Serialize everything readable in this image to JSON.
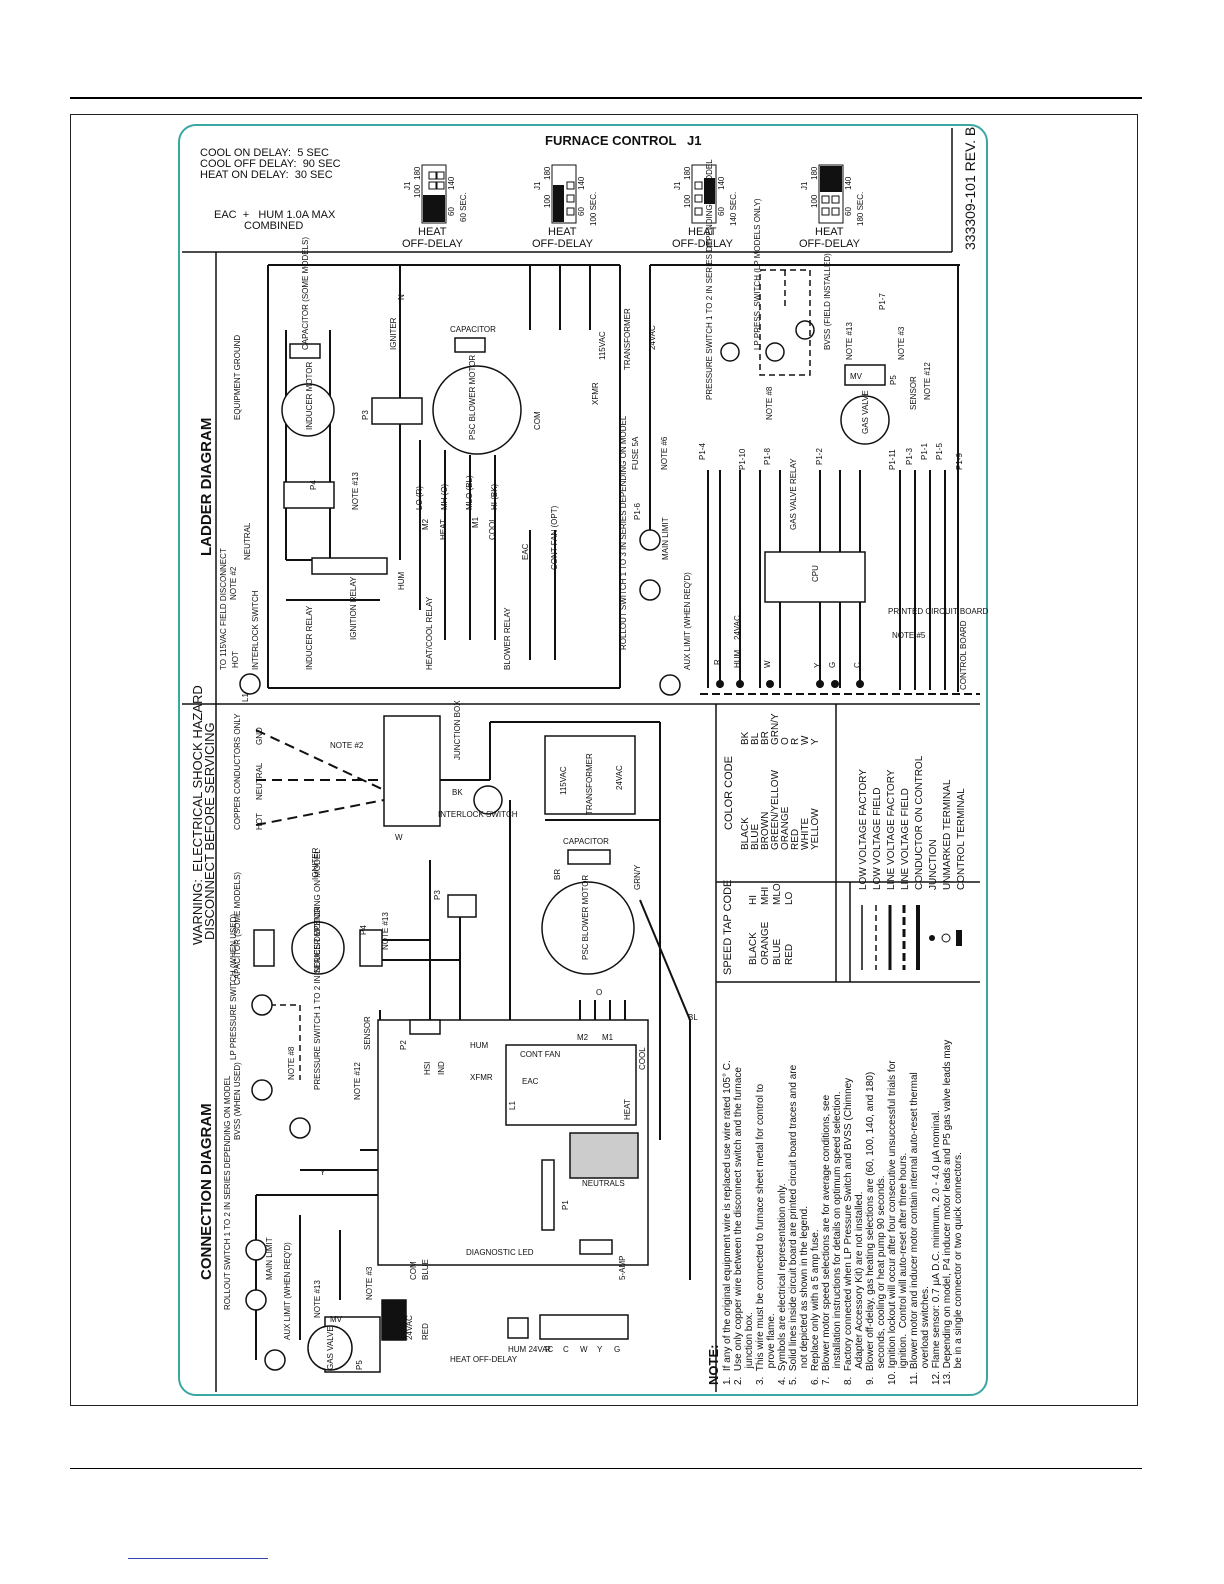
{
  "header": {
    "title": "FURNACE CONTROL   J1",
    "delays": [
      "COOL ON DELAY:  5 SEC",
      "COOL OFF DELAY:  90 SEC",
      "HEAT ON DELAY:  30 SEC"
    ],
    "eac_hum": "EAC  +   HUM 1.0A MAX",
    "combined": "COMBINED",
    "part_number": "333309-101 REV. B"
  },
  "jumpers": [
    {
      "seconds": "60 SEC.",
      "label1": "HEAT",
      "label2": "OFF-DELAY",
      "selected": "60"
    },
    {
      "seconds": "100 SEC.",
      "label1": "HEAT",
      "label2": "OFF-DELAY",
      "selected": "100"
    },
    {
      "seconds": "140 SEC.",
      "label1": "HEAT",
      "label2": "OFF-DELAY",
      "selected": "140"
    },
    {
      "seconds": "180 SEC.",
      "label1": "HEAT",
      "label2": "OFF-DELAY",
      "selected": "180"
    }
  ],
  "jumper_pins": [
    "J1",
    "100",
    "180",
    "60",
    "140"
  ],
  "ladder": {
    "title": "LADDER DIAGRAM",
    "labels": [
      "EQUIPMENT GROUND",
      "NEUTRAL",
      "TO 115VAC FIELD DISCONNECT",
      "NOTE #2",
      "HOT",
      "INTERLOCK SWITCH",
      "L1",
      "INDUCER RELAY",
      "IGNITION RELAY",
      "HUM",
      "HEAT/COOL RELAY",
      "BLOWER RELAY",
      "EAC",
      "CONT FAN (OPT)",
      "CAPACITOR (SOME MODELS)",
      "INDUCER MOTOR",
      "P4",
      "NOTE #13",
      "IGNITER",
      "P3",
      "CAPACITOR",
      "PSC BLOWER MOTOR",
      "COM",
      "LO (R)",
      "MH (O)",
      "MLO (BL)",
      "HI (BK)",
      "M2",
      "HEAT",
      "M1",
      "COOL",
      "115VAC",
      "TRANSFORMER",
      "24VAC",
      "XFMR",
      "FUSE 5A",
      "NOTE #6",
      "P1-6",
      "MAIN LIMIT",
      "ROLLOUT SWITCH 1 TO 3 IN SERIES DEPENDING ON MODEL",
      "AUX LIMIT (WHEN REQ'D)",
      "PRESSURE SWITCH 1 TO 2 IN SERIES DEPENDING ON MODEL",
      "LP PRESS. SWITCH (LP MODELS ONLY)",
      "BVSS (FIELD INSTALLED)",
      "NOTE #8",
      "NOTE #13",
      "NOTE #3",
      "P1-7",
      "MV",
      "P5",
      "GAS VALVE",
      "SENSOR",
      "NOTE #12",
      "P1-4",
      "P1-10",
      "P1-8",
      "P1-2",
      "P1-11",
      "P1-3",
      "P1-1",
      "P1-5",
      "P1-9",
      "GAS VALVE RELAY",
      "CPU",
      "PRINTED CIRCUIT BOARD",
      "NOTE #5",
      "CONTROL BOARD",
      "R",
      "HUM",
      "24VAC",
      "W",
      "Y",
      "G",
      "C",
      "N"
    ]
  },
  "warning": {
    "line1": "WARNING:  ELECTRICAL SHOCK HAZARD",
    "line2": "DISCONNECT BEFORE SERVICING"
  },
  "connection": {
    "title": "CONNECTION DIAGRAM",
    "labels": [
      "GND",
      "NOTE #2",
      "NEUTRAL",
      "HOT",
      "COPPER CONDUCTORS ONLY",
      "JUNCTION BOX",
      "INTERLOCK SWITCH",
      "115VAC",
      "TRANSFORMER",
      "24VAC",
      "CAPACITOR",
      "PSC BLOWER MOTOR",
      "BR",
      "GRN/Y",
      "IGNITER",
      "P3",
      "CAPACITOR (SOME MODELS)",
      "INDUCER MOTOR",
      "P4",
      "NOTE #13",
      "LP PRESSURE SWITCH (WHEN USED)",
      "PRESSURE SWITCH 1 TO 2 IN SERIES DEPENDING ON MODEL",
      "NOTE #8",
      "BVSS (WHEN USED)",
      "NOTE #12",
      "SENSOR",
      "P2",
      "HSI",
      "IND",
      "HUM",
      "XFMR",
      "CONT FAN",
      "EAC",
      "M2",
      "M1",
      "HEAT",
      "COOL",
      "L1",
      "NEUTRALS",
      "P1",
      "ROLLOUT SWITCH 1 TO 2 IN SERIES DEPENDING ON MODEL",
      "MAIN LIMIT",
      "AUX LIMIT (WHEN REQ'D)",
      "NOTE #13",
      "MV",
      "P5",
      "GAS VALVE",
      "NOTE #3",
      "COM",
      "BLUE",
      "24VAC",
      "RED",
      "HEAT OFF-DELAY",
      "DIAGNOSTIC LED",
      "5-AMP",
      "HUM 24VAC",
      "R",
      "C",
      "W",
      "Y",
      "G",
      "W",
      "BK",
      "BL",
      "O",
      "Y"
    ]
  },
  "color_code": {
    "title": "COLOR CODE",
    "rows": [
      [
        "BLACK",
        "BK"
      ],
      [
        "BLUE",
        "BL"
      ],
      [
        "BROWN",
        "BR"
      ],
      [
        "GREEN/YELLOW",
        "GRN/Y"
      ],
      [
        "ORANGE",
        "O"
      ],
      [
        "RED",
        "R"
      ],
      [
        "WHITE",
        "W"
      ],
      [
        "YELLOW",
        "Y"
      ]
    ]
  },
  "speed_tap": {
    "title": "SPEED TAP CODE",
    "rows": [
      [
        "BLACK",
        "HI"
      ],
      [
        "ORANGE",
        "MHI"
      ],
      [
        "BLUE",
        "MLO"
      ],
      [
        "RED",
        "LO"
      ]
    ]
  },
  "legend": [
    "LOW VOLTAGE FACTORY",
    "LOW VOLTAGE FIELD",
    "LINE VOLTAGE FACTORY",
    "LINE VOLTAGE FIELD",
    "CONDUCTOR ON CONTROL",
    "JUNCTION",
    "UNMARKED TERMINAL",
    "CONTROL TERMINAL"
  ],
  "notes": {
    "title": "NOTE:",
    "items": [
      "1.  If any of the original equipment wire is replaced use wire rated 105° C.",
      "2.  Use only copper wire between the disconnect switch and the furnace",
      "      junction box.",
      "3.  This wire must be connected to furnace sheet metal for control to",
      "      prove flame.",
      "4.  Symbols are electrical representation only.",
      "5.  Solid lines inside circuit board are printed circuit board traces and are",
      "      not depicted as shown in the legend.",
      "6.  Replace only with a 5 amp fuse.",
      "7.  Blower motor speed selections are for average conditions, see",
      "      installation instructions for details on optimum speed selection.",
      "8.  Factory connected when LP Pressure Switch and BVSS (Chimney",
      "      Adapter Accessory Kit) are not installed.",
      "9.  Blower off-delay, gas heating selections are (60, 100, 140, and 180)",
      "      seconds, cooling or heat pump 90 seconds.",
      "10. Ignition lockout will occur after four consecutive unsuccessful trials for",
      "      ignition.  Control will auto-reset after three hours.",
      "11. Blower motor and inducer motor contain internal auto-reset thermal",
      "      overload switches.",
      "12. Flame sensor: 0.7 µA D.C. minimum, 2.0 - 4.0 µA nominal.",
      "13. Depending on model, P4 inducer motor leads and P5 gas valve leads may",
      "      be in a single connector or two quick connectors."
    ]
  }
}
